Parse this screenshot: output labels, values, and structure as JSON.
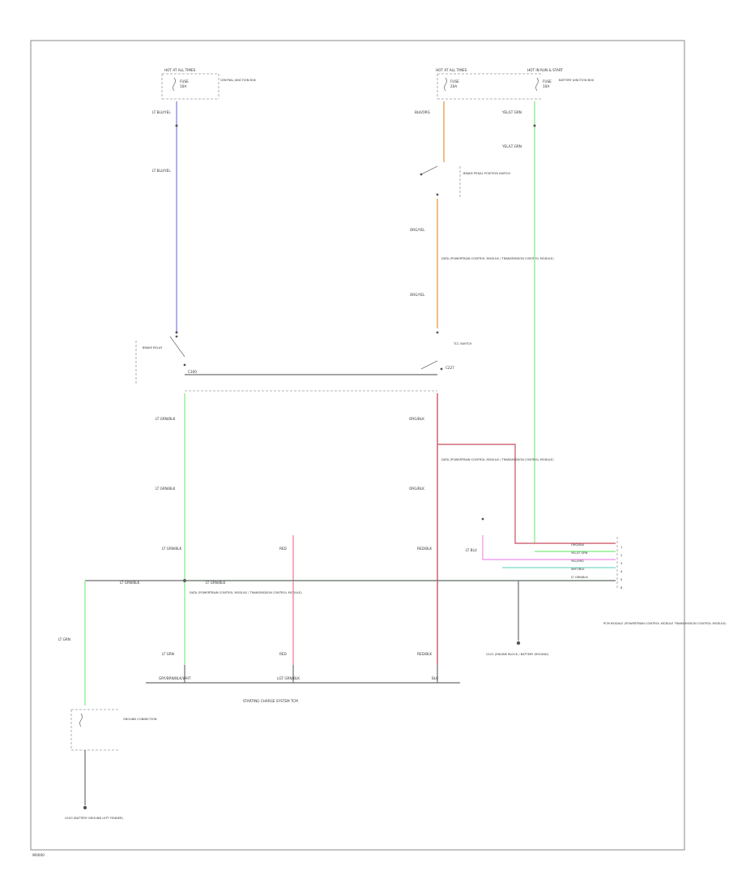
{
  "diagram": {
    "footer_code": "W0000",
    "bottom_caption": "STARTING CHARGE SYSTEM TCM",
    "ground_bus_labels": [
      "GRY/BRN/BLK/WHT",
      "LGT GRN/BLK",
      "BLK"
    ],
    "fuse_boxes": [
      {
        "title": "HOT AT ALL TIMES",
        "fuse": "FUSE",
        "rating": "10A",
        "box": "CENTRAL JUNCTION BOX"
      },
      {
        "title": "HOT AT ALL TIMES",
        "fuse": "FUSE",
        "rating": "20A",
        "box": ""
      },
      {
        "title": "HOT IN RUN & START",
        "fuse": "FUSE",
        "rating": "10A",
        "box": "BATTERY JUNCTION BOX"
      }
    ],
    "components": {
      "brake_switch": "BRAKE PEDAL POSITION SWITCH",
      "tcc_switch": "TCC SWITCH",
      "relay": "BRAKE RELAY",
      "left_module_note": "DATA (POWERTRAIN CONTROL MODULE / TRANSMISSION CONTROL MODULE)",
      "right_module_note": "DATA (POWERTRAIN CONTROL MODULE / TRANSMISSION CONTROL MODULE)",
      "main_module": "PCM MODULE (POWERTRAIN CONTROL MODULE TRANSMISSION CONTROL MODULE)",
      "center_connector": "C300",
      "right_connector": "C227",
      "bottom_junction": "GROUND CONNECTION",
      "ground_right": "G101 (ENGINE BLOCK / BATTERY GROUND)",
      "ground_bottom": "G100 (BATTERY GROUND LEFT FENDER)"
    },
    "wire_labels": {
      "blue_top": "LT BLU/YEL",
      "blue_mid": "LT BLU/YEL",
      "orange_top": "BLK/ORG",
      "orange_mid": "ORG/YEL",
      "orange_low": "ORG/YEL",
      "green_right_top": "YEL/LT GRN",
      "green_right_mid": "YEL/LT GRN",
      "green_left_top": "LT GRN/BLK",
      "green_left_mid": "LT GRN/BLK",
      "green_left_low": "LT GRN/BLK",
      "green_left_bot": "LT GRN",
      "pink_label": "RED",
      "pink_bot": "RED",
      "red_right_top": "ORG/BLK",
      "red_right_mid": "ORG/BLK",
      "red_right_low": "RED/BLK",
      "red_right_bot": "RED/BLK",
      "far_left_green": "LT GRN",
      "horizontal_main": "LT GRN/BLK",
      "horizontal_main2": "LT GRN/BLK",
      "module_pins": [
        "ORG/BLK",
        "YEL/LT GRN",
        "YEL/ORG",
        "WHT/BLK",
        "LT GRN/BLK"
      ],
      "module_pin_ids": [
        "1",
        "2",
        "3",
        "4",
        "5",
        "6"
      ],
      "pink_small": "LT BLU"
    },
    "colors": {
      "blue": "#8c8cf0",
      "orange": "#f0a050",
      "green": "#90ee90",
      "pink": "#f08ca0",
      "red": "#d06a78",
      "magenta": "#f0a0f0",
      "cyan": "#90e0d0"
    }
  }
}
